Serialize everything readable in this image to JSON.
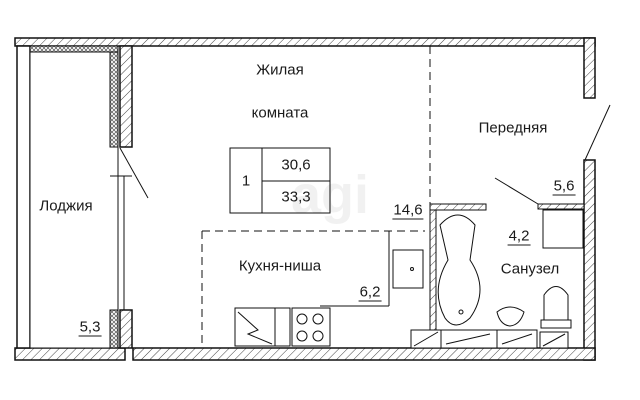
{
  "rooms": {
    "living": {
      "name_line1": "Жилая",
      "name_line2": "комната",
      "area": "14,6"
    },
    "kitchen": {
      "name": "Кухня-ниша",
      "area": "6,2"
    },
    "hall": {
      "name": "Передняя",
      "area": "5,6"
    },
    "bathroom": {
      "name": "Санузел",
      "area": "4,2"
    },
    "loggia": {
      "name": "Лоджия",
      "area": "5,3"
    }
  },
  "summary": {
    "rooms_count": "1",
    "living_area": "30,6",
    "total_area": "33,3"
  },
  "watermark": "agi"
}
